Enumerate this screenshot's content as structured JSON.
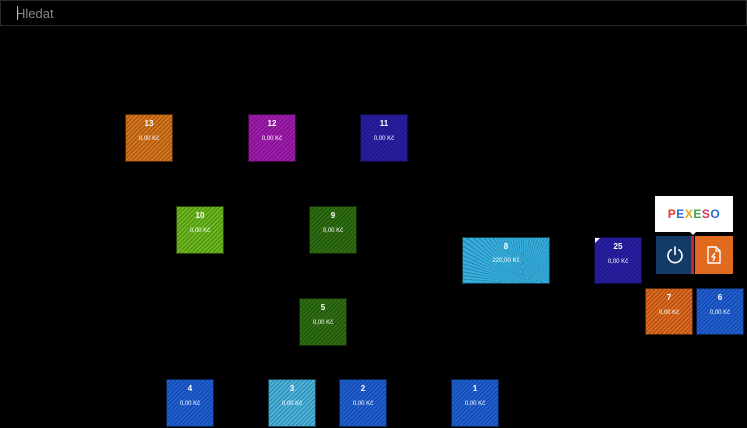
{
  "search": {
    "placeholder": "Hledat",
    "value": ""
  },
  "logo": {
    "letters": [
      "P",
      "E",
      "X",
      "E",
      "S",
      "O"
    ]
  },
  "controls": {
    "power_icon": "power-icon",
    "document_icon": "document-add-icon"
  },
  "tiles": [
    {
      "id": "13",
      "number": "13",
      "amount": "0,00 Kč",
      "color": "#d8741c"
    },
    {
      "id": "12",
      "number": "12",
      "amount": "0,00 Kč",
      "color": "#a21bb0"
    },
    {
      "id": "11",
      "number": "11",
      "amount": "0,00 Kč",
      "color": "#2a1fa8"
    },
    {
      "id": "10",
      "number": "10",
      "amount": "0,00 Kč",
      "color": "#6cbb1e"
    },
    {
      "id": "9",
      "number": "9",
      "amount": "0,00 Kč",
      "color": "#2e6f12"
    },
    {
      "id": "8",
      "number": "8",
      "amount": "220,00 Kč",
      "color": "#35b0e0"
    },
    {
      "id": "25",
      "number": "25",
      "amount": "0,00 Kč",
      "color": "#2a1fa8"
    },
    {
      "id": "7",
      "number": "7",
      "amount": "0,00 Kč",
      "color": "#e06a1d"
    },
    {
      "id": "6",
      "number": "6",
      "amount": "0,00 Kč",
      "color": "#1e5fd6"
    },
    {
      "id": "5",
      "number": "5",
      "amount": "0,00 Kč",
      "color": "#2e6f12"
    },
    {
      "id": "4",
      "number": "4",
      "amount": "0,00 Kč",
      "color": "#1e5fd6"
    },
    {
      "id": "3",
      "number": "3",
      "amount": "0,00 Kč",
      "color": "#4ab4e0"
    },
    {
      "id": "2",
      "number": "2",
      "amount": "0,00 Kč",
      "color": "#1e5fd6"
    },
    {
      "id": "1",
      "number": "1",
      "amount": "0,00 Kč",
      "color": "#1e5fd6"
    }
  ]
}
